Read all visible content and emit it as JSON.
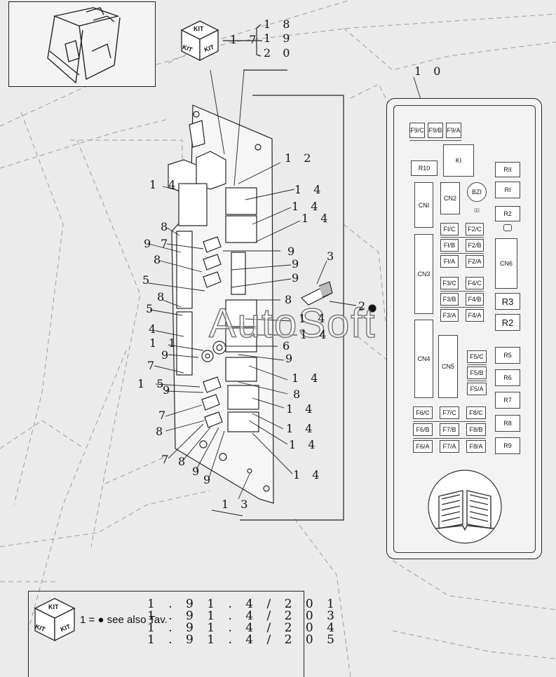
{
  "callouts": [
    {
      "id": "c18",
      "text": "1 8"
    },
    {
      "id": "c19",
      "text": "1 9"
    },
    {
      "id": "c20",
      "text": "2 0"
    },
    {
      "id": "c17",
      "text": "1 7"
    },
    {
      "id": "c10",
      "text": "1 0"
    },
    {
      "id": "c12",
      "text": "1 2"
    },
    {
      "id": "c14a",
      "text": "1 4"
    },
    {
      "id": "c14b",
      "text": "1 4"
    },
    {
      "id": "c14c",
      "text": "1 4"
    },
    {
      "id": "c14d",
      "text": "1 4"
    },
    {
      "id": "c8a",
      "text": "8"
    },
    {
      "id": "c9a",
      "text": "9"
    },
    {
      "id": "c7a",
      "text": "7"
    },
    {
      "id": "c9b",
      "text": "9"
    },
    {
      "id": "c8b",
      "text": "8"
    },
    {
      "id": "c9c",
      "text": "9"
    },
    {
      "id": "c9d",
      "text": "9"
    },
    {
      "id": "c3",
      "text": "3"
    },
    {
      "id": "c5a",
      "text": "5"
    },
    {
      "id": "c8c",
      "text": "8"
    },
    {
      "id": "c8d",
      "text": "8"
    },
    {
      "id": "c2",
      "text": "2"
    },
    {
      "id": "c5b",
      "text": "5"
    },
    {
      "id": "c14e",
      "text": "1 4"
    },
    {
      "id": "c14f",
      "text": "1 4"
    },
    {
      "id": "c4",
      "text": "4"
    },
    {
      "id": "c11",
      "text": "1 1"
    },
    {
      "id": "c6",
      "text": "6"
    },
    {
      "id": "c9e",
      "text": "9"
    },
    {
      "id": "c9f",
      "text": "9"
    },
    {
      "id": "c7b",
      "text": "7"
    },
    {
      "id": "c14g",
      "text": "1 4"
    },
    {
      "id": "c15",
      "text": "1 5"
    },
    {
      "id": "c8e",
      "text": "8"
    },
    {
      "id": "c9g",
      "text": "9"
    },
    {
      "id": "c14h",
      "text": "1 4"
    },
    {
      "id": "c7c",
      "text": "7"
    },
    {
      "id": "c8f",
      "text": "8"
    },
    {
      "id": "c14i",
      "text": "1 4"
    },
    {
      "id": "c14j",
      "text": "1 4"
    },
    {
      "id": "c7d",
      "text": "7"
    },
    {
      "id": "c8g",
      "text": "8"
    },
    {
      "id": "c9h",
      "text": "9"
    },
    {
      "id": "c9i",
      "text": "9"
    },
    {
      "id": "c14k",
      "text": "1 4"
    },
    {
      "id": "c13",
      "text": "1 3"
    }
  ],
  "fusebox": {
    "labels": {
      "F9C": "F9/C",
      "F9B": "F9/B",
      "F9A": "F9/A",
      "R10": "R10",
      "K1": "KI",
      "R11": "RII",
      "CN1": "CNI",
      "CN2": "CN2",
      "BZ1": "BZI",
      "R1": "RI",
      "R2s": "R2",
      "F1C": "FI/C",
      "F2C": "F2/C",
      "F1B": "FI/B",
      "F2B": "F2/B",
      "F1A": "FI/A",
      "F2A": "F2/A",
      "CN3": "CN3",
      "CN6": "CN6",
      "F3C": "F3/C",
      "F4C": "F4/C",
      "F3B": "F3/B",
      "F4B": "F4/B",
      "F3A": "F3/A",
      "F4A": "F4/A",
      "R3": "R3",
      "R2": "R2",
      "CN4": "CN4",
      "CN5": "CN5",
      "F5C": "F5/C",
      "F5B": "F5/B",
      "F5A": "F5/A",
      "R5": "R5",
      "R6": "R6",
      "R7": "R7",
      "R8": "R8",
      "R9": "R9",
      "F6C": "F6/C",
      "F7C": "F7/C",
      "F8C": "F8/C",
      "F6B": "F6/B",
      "F7B": "F7/B",
      "F8B": "F8/B",
      "F6A": "F6/A",
      "F7A": "F7/A",
      "F8A": "F8/A"
    }
  },
  "kit_top": {
    "label": "KIT"
  },
  "legend": {
    "kit_label": "KIT",
    "note": "1 = ● see also Tav.",
    "codes": [
      "1.91.4/2  01",
      "1.91.4/2  03",
      "1.91.4/2  04",
      "1.91.4/2  05"
    ],
    "code_display": [
      "1 . 9 1 . 4 / 2   0 1",
      "1 . 9 1 . 4 / 2   0 3",
      "1 . 9 1 . 4 / 2   0 4",
      "1 . 9 1 . 4 / 2   0 5"
    ]
  },
  "watermark": "AutoSoft",
  "colors": {
    "background": "#ebebeb",
    "line": "#222222",
    "panel": "#f3f3f3"
  }
}
